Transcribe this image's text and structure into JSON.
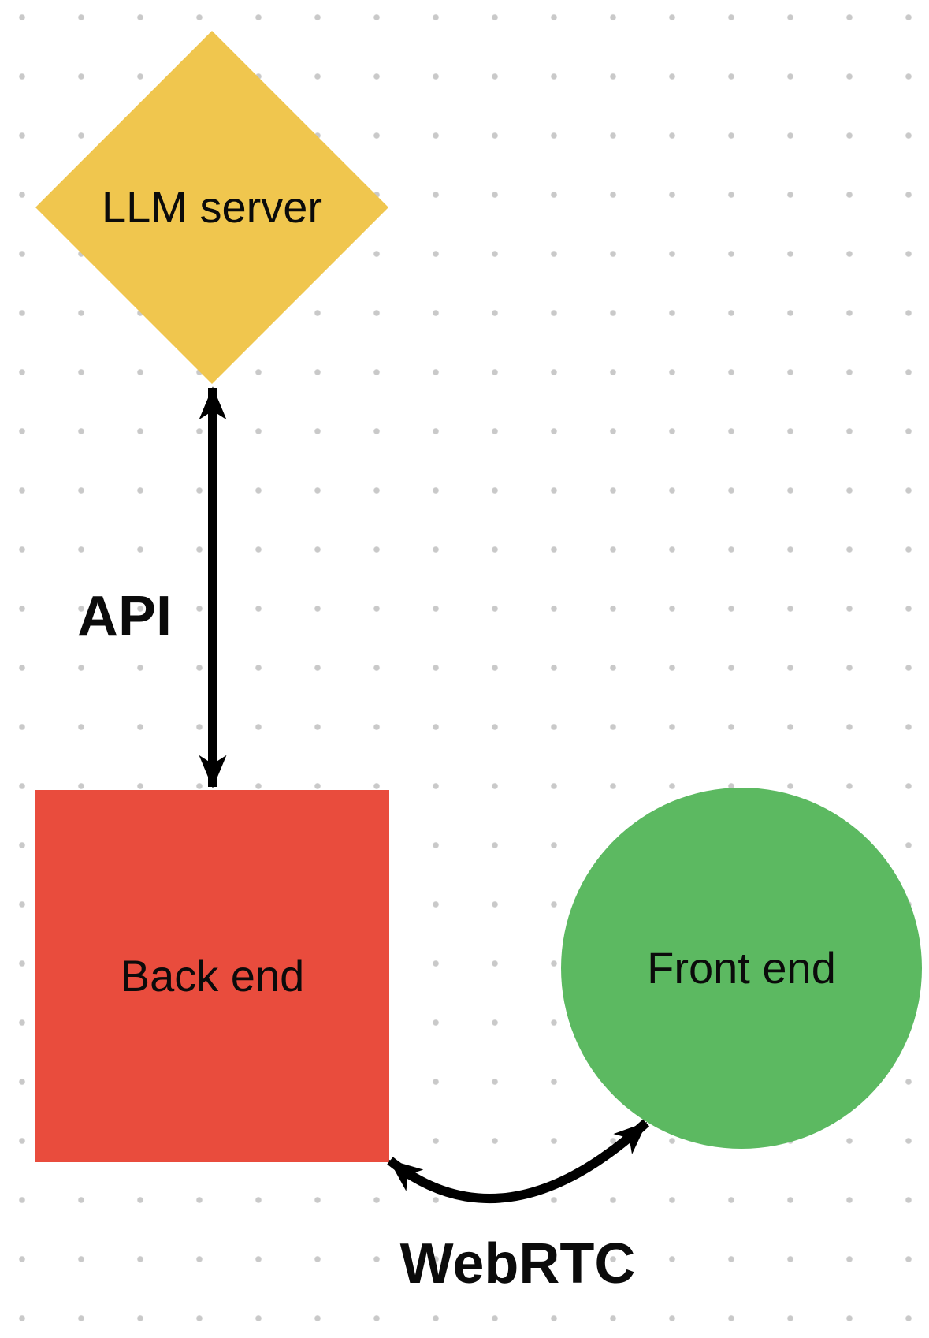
{
  "canvas": {
    "background_color": "#ffffff",
    "dot_grid_color": "#c9c9c9"
  },
  "nodes": [
    {
      "id": "llm-server",
      "shape": "diamond",
      "label": "LLM server",
      "fill": "#f0c64e"
    },
    {
      "id": "back-end",
      "shape": "square",
      "label": "Back end",
      "fill": "#e94c3d"
    },
    {
      "id": "front-end",
      "shape": "circle",
      "label": "Front end",
      "fill": "#5cb961"
    }
  ],
  "edges": [
    {
      "id": "api",
      "label": "API",
      "style": "straight-double-arrow",
      "color": "#000000",
      "from": "llm-server",
      "to": "back-end"
    },
    {
      "id": "webrtc",
      "label": "WebRTC",
      "style": "curved-double-arrow",
      "color": "#000000",
      "from": "back-end",
      "to": "front-end"
    }
  ]
}
